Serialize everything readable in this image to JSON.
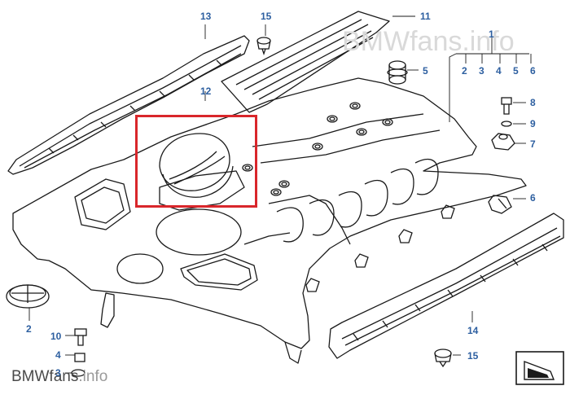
{
  "watermarks": {
    "top_text": "BMWfans.info",
    "bottom_main": "BMWfans",
    "bottom_suffix": ".info"
  },
  "highlight": {
    "color": "#d9262b"
  },
  "colors": {
    "callout": "#2d5fa0",
    "line": "#1a1a1a"
  },
  "callouts": {
    "c13": "13",
    "c15_top": "15",
    "c11": "11",
    "c1": "1",
    "c2_right": "2",
    "c3_right": "3",
    "c4_right": "4",
    "c5_right": "5",
    "c6_right": "6",
    "c5_grommet": "5",
    "c12": "12",
    "c8": "8",
    "c9": "9",
    "c7": "7",
    "c6_clip": "6",
    "c14": "14",
    "c15_bottom": "15",
    "c2_left": "2",
    "c10": "10",
    "c4_left": "4",
    "c3_left": "3"
  }
}
